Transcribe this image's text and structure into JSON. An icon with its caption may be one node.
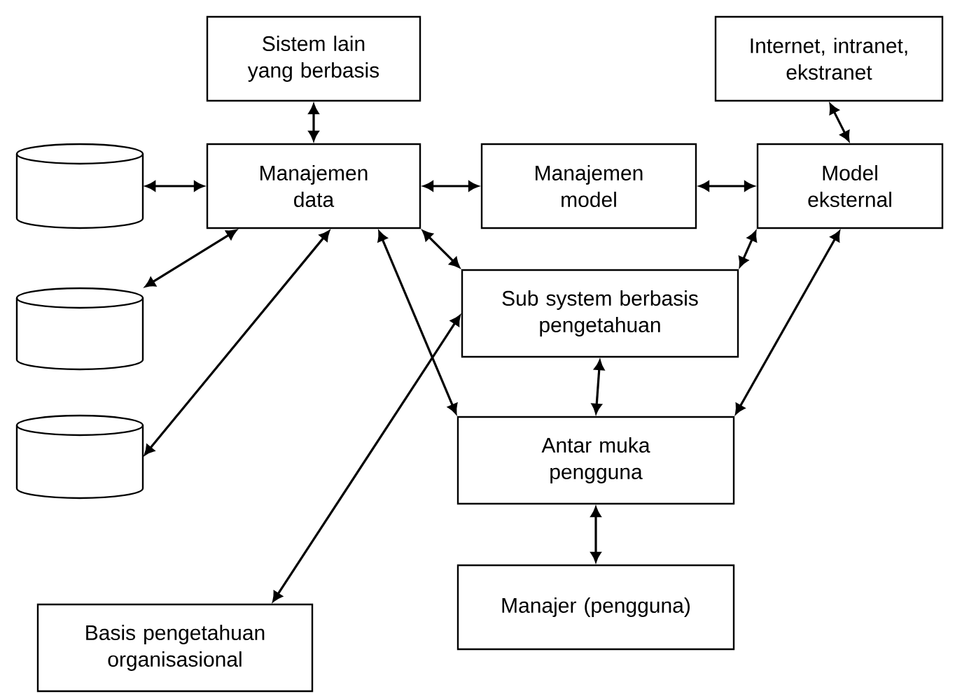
{
  "diagram": {
    "nodes": [
      {
        "text": [
          "Sistem lain yang berbasis"
        ]
      },
      {
        "text": [
          "Internet, intranet, ekstranet"
        ]
      },
      {
        "text": [],
        "shape": "cylinder"
      },
      {
        "text": [
          "Manajemen data"
        ]
      },
      {
        "text": [
          "Manajemen model"
        ]
      },
      {
        "text": [
          "Model eksternal"
        ]
      },
      {
        "text": [],
        "shape": "cylinder"
      },
      {
        "text": [
          "Sub system berbasis pengetahuan"
        ]
      },
      {
        "text": [],
        "shape": "cylinder"
      },
      {
        "text": [
          "Antar muka pengguna"
        ]
      },
      {
        "text": [
          "Manajer (pengguna)"
        ]
      },
      {
        "text": [
          "Basis pengetahuan organisasional"
        ]
      }
    ],
    "edges": [
      {
        "from": 0,
        "to": 3,
        "arrow": "both"
      },
      {
        "from": 1,
        "to": 5,
        "arrow": "both"
      },
      {
        "from": 2,
        "to": 3,
        "arrow": "both"
      },
      {
        "from": 3,
        "to": 4,
        "arrow": "both"
      },
      {
        "from": 4,
        "to": 5,
        "arrow": "both"
      },
      {
        "from": 3,
        "to": 7,
        "arrow": "both"
      },
      {
        "from": 5,
        "to": 7,
        "arrow": "both"
      },
      {
        "from": 6,
        "to": 3,
        "arrow": "both"
      },
      {
        "from": 8,
        "to": 3,
        "arrow": "both"
      },
      {
        "from": 3,
        "to": 9,
        "arrow": "both"
      },
      {
        "from": 7,
        "to": 9,
        "arrow": "both"
      },
      {
        "from": 5,
        "to": 9,
        "arrow": "both"
      },
      {
        "from": 11,
        "to": 7,
        "arrow": "both"
      },
      {
        "from": 9,
        "to": 10,
        "arrow": "both"
      }
    ]
  }
}
